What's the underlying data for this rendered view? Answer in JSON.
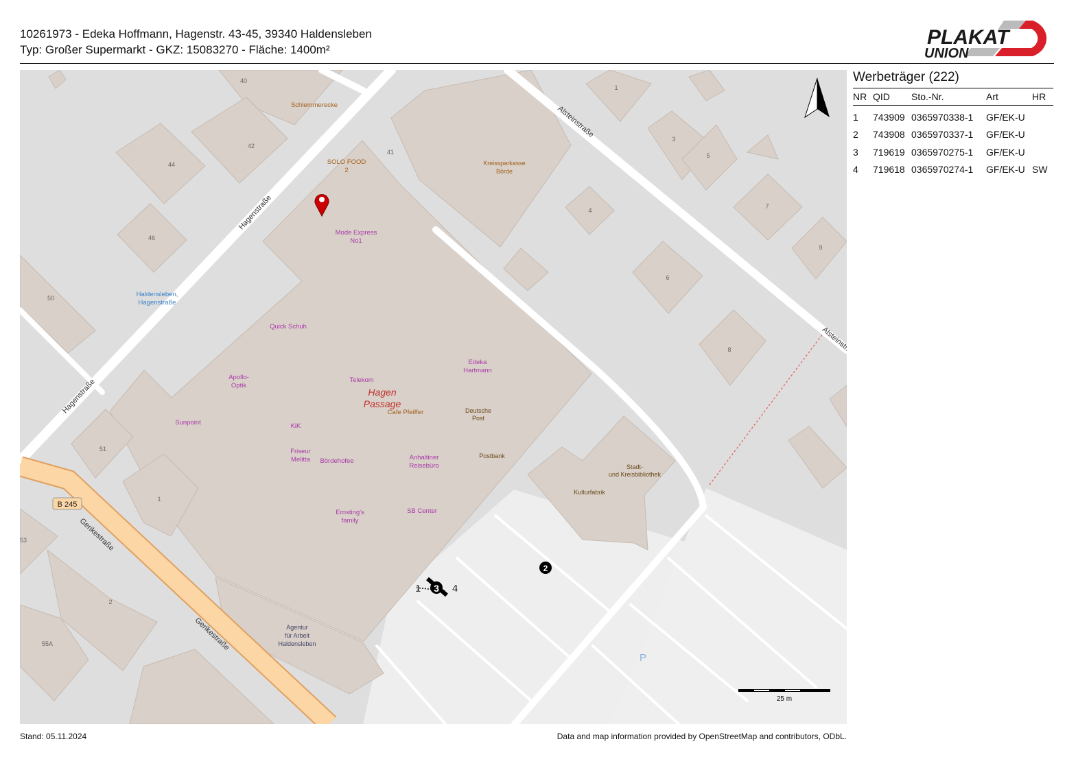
{
  "header": {
    "line1": "10261973 - Edeka Hoffmann, Hagenstr. 43-45, 39340 Haldensleben",
    "line2": "Typ: Großer Supermarkt - GKZ: 15083270 - Fläche: 1400m²"
  },
  "logo": {
    "line1": "PLAKAT",
    "line2": "UNION",
    "colors": {
      "red": "#d9202a",
      "gray": "#bbbbbb",
      "black": "#1a1a1a"
    }
  },
  "panel": {
    "title": "Werbeträger (222)",
    "columns": [
      "NR",
      "QID",
      "Sto.-Nr.",
      "Art",
      "HR"
    ],
    "rows": [
      [
        "1",
        "743909",
        "0365970338-1",
        "GF/EK-U",
        ""
      ],
      [
        "2",
        "743908",
        "0365970337-1",
        "GF/EK-U",
        ""
      ],
      [
        "3",
        "719619",
        "0365970275-1",
        "GF/EK-U",
        ""
      ],
      [
        "4",
        "719618",
        "0365970274-1",
        "GF/EK-U",
        "SW"
      ]
    ]
  },
  "map": {
    "streets": [
      "Hagenstraße",
      "Hagenstraße",
      "Alsteinstraße",
      "Alsteinstr.",
      "Gerikestraße",
      "Gerikestraße"
    ],
    "road_ref": "B 245",
    "pois": [
      "Schlemmerecke",
      "SOLO FOOD",
      "2",
      "Kreissparkasse",
      "Börde",
      "Mode Express",
      "No1",
      "Haldensleben,",
      "Hagenstraße",
      "Quick Schuh",
      "Edeka",
      "Hartmann",
      "Telekom",
      "Apollo-",
      "Optik",
      "Hagen",
      "Passage",
      "Cafe Pfeiffer",
      "Deutsche",
      "Post",
      "Sunpoint",
      "KiK",
      "Friseur",
      "Melitta",
      "Bördehofee",
      "Anhaltiner",
      "Reisebüro",
      "Postbank",
      "Stadt-",
      "und Kreisbibliothek",
      "Kulturfabrik",
      "Ernsting's",
      "family",
      "SB Center",
      "Agentur",
      "für Arbeit",
      "Haldensleben",
      "P"
    ],
    "housenumbers": [
      "40",
      "42",
      "44",
      "46",
      "50",
      "41",
      "1",
      "3",
      "5",
      "7",
      "9",
      "4",
      "6",
      "8",
      "51",
      "1",
      "53",
      "2",
      "55A"
    ],
    "markers": [
      "1",
      "2",
      "3",
      "4"
    ],
    "scale": "25 m"
  },
  "footer": {
    "date": "Stand: 05.11.2024",
    "attribution": "Data and map information provided by OpenStreetMap and contributors, ODbL."
  }
}
